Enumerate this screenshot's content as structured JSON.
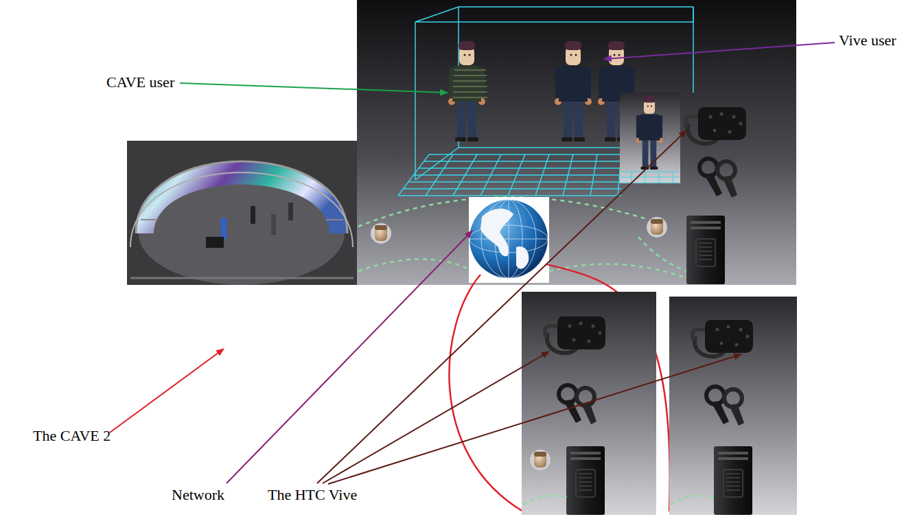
{
  "diagram": {
    "labels": [
      "CAVE user",
      "Vive user",
      "The CAVE 2",
      "Network",
      "The HTC Vive"
    ]
  }
}
